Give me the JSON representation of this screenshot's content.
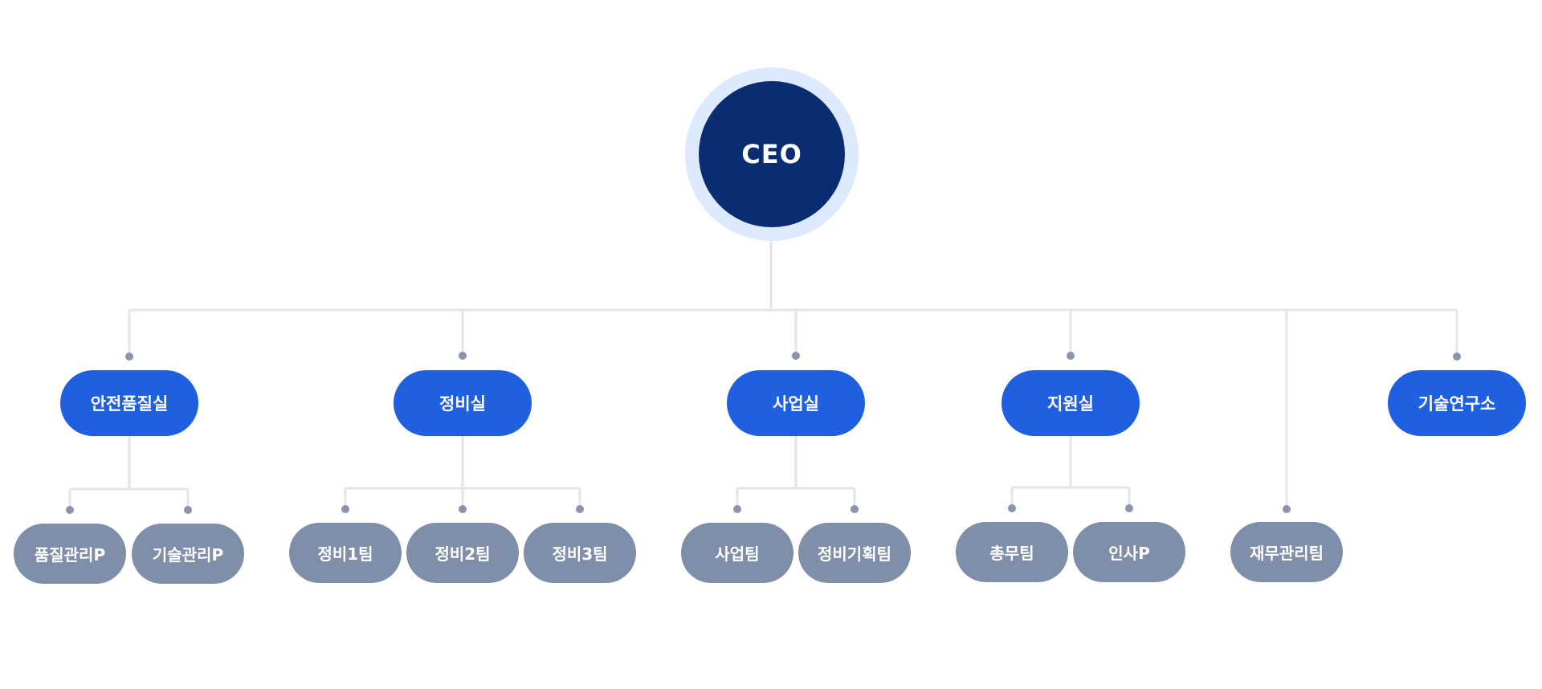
{
  "ceo": {
    "label": "CEO"
  },
  "departments": [
    {
      "label": "안전품질실",
      "teams": [
        "품질관리P",
        "기술관리P"
      ]
    },
    {
      "label": "정비실",
      "teams": [
        "정비1팀",
        "정비2팀",
        "정비3팀"
      ]
    },
    {
      "label": "사업실",
      "teams": [
        "사업팀",
        "정비기획팀"
      ]
    },
    {
      "label": "지원실",
      "teams": [
        "총무팀",
        "인사P"
      ]
    },
    {
      "label": "기술연구소",
      "teams": []
    }
  ],
  "direct_teams": [
    "재무관리팀"
  ],
  "colors": {
    "ceo": "#0a2d72",
    "ceo_ring": "#dde9fc",
    "department": "#1f60e0",
    "team": "#7f8ea9",
    "connector": "#e3e5ea",
    "dot": "#8a94ad"
  }
}
